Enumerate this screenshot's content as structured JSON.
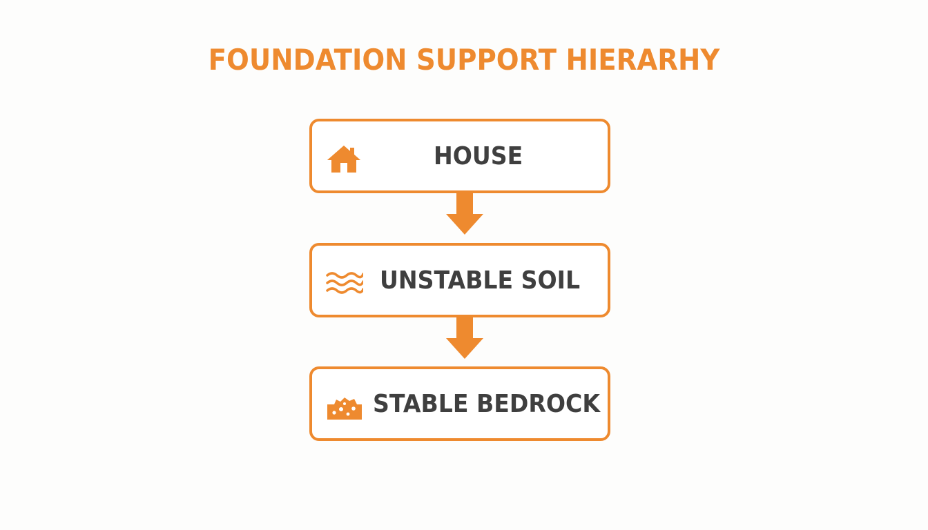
{
  "diagram": {
    "title": "FOUNDATION SUPPORT HIERARHY",
    "accent_color": "#ee8a2f",
    "text_color": "#3f3f3f",
    "nodes": [
      {
        "label": "HOUSE",
        "icon": "house-icon"
      },
      {
        "label": "UNSTABLE SOIL",
        "icon": "waves-icon"
      },
      {
        "label": "STABLE BEDROCK",
        "icon": "bedrock-icon"
      }
    ],
    "connectors": [
      {
        "from": "HOUSE",
        "to": "UNSTABLE SOIL",
        "direction": "down"
      },
      {
        "from": "UNSTABLE SOIL",
        "to": "STABLE BEDROCK",
        "direction": "down"
      }
    ]
  }
}
